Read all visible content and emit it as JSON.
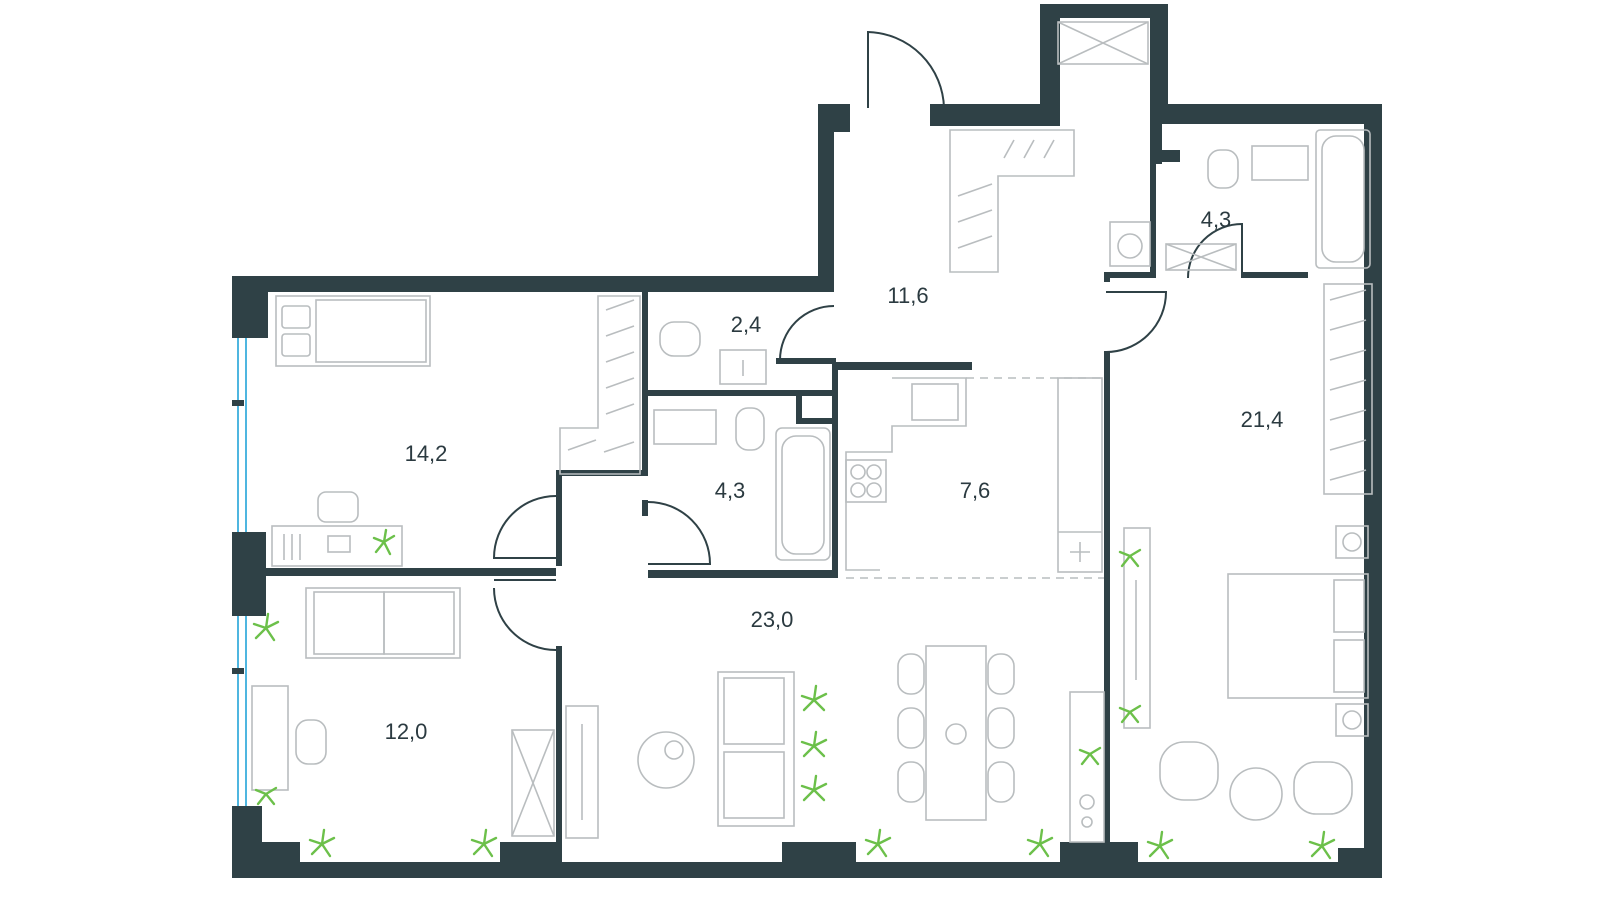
{
  "plan": {
    "colors": {
      "wall": "#2f4146",
      "furniture": "#b9bdbf",
      "window": "#4fb6e0",
      "plant": "#6cc04a",
      "text": "#2b3a40"
    },
    "rooms": [
      {
        "id": "hall",
        "area": "11,6"
      },
      {
        "id": "wc",
        "area": "2,4"
      },
      {
        "id": "bath-top-right",
        "area": "4,3"
      },
      {
        "id": "bedroom-left",
        "area": "14,2"
      },
      {
        "id": "bath-middle",
        "area": "4,3"
      },
      {
        "id": "kitchen",
        "area": "7,6"
      },
      {
        "id": "bedroom-right",
        "area": "21,4"
      },
      {
        "id": "living-room",
        "area": "23,0"
      },
      {
        "id": "bedroom-bottom-left",
        "area": "12,0"
      }
    ]
  }
}
